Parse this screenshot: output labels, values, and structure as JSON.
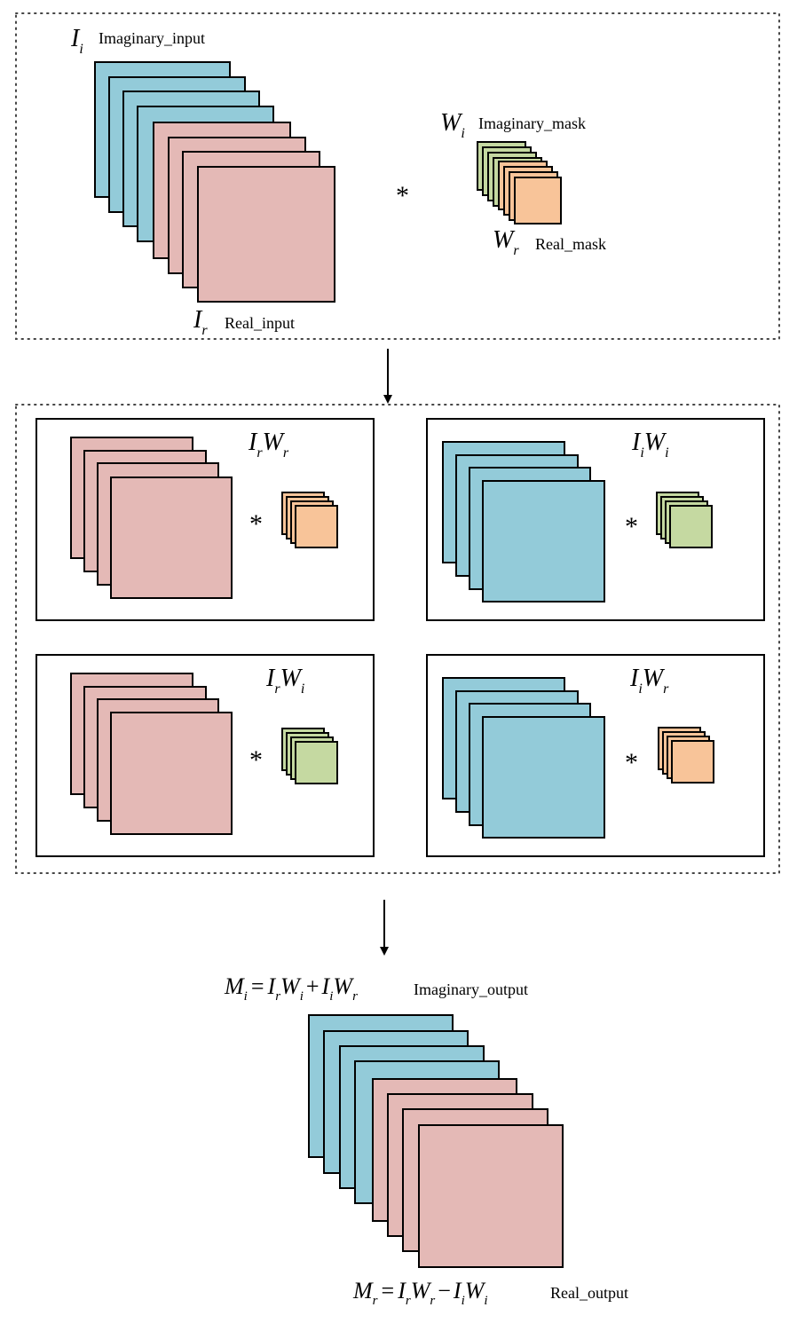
{
  "colors": {
    "imag": "#93cbd9",
    "real": "#e4b9b6",
    "mask_imag": "#c5d9a1",
    "mask_real": "#f8c499",
    "stroke": "#000000",
    "dotted": "#444444"
  },
  "top": {
    "imag_input": {
      "sym": "I",
      "sub": "i",
      "label": "Imaginary_input"
    },
    "real_input": {
      "sym": "I",
      "sub": "r",
      "label": "Real_input"
    },
    "imag_mask": {
      "sym": "W",
      "sub": "i",
      "label": "Imaginary_mask"
    },
    "real_mask": {
      "sym": "W",
      "sub": "r",
      "label": "Real_mask"
    },
    "op": "*"
  },
  "middle": {
    "op": "*",
    "panels": [
      {
        "a": "I",
        "a_sub": "r",
        "b": "W",
        "b_sub": "r"
      },
      {
        "a": "I",
        "a_sub": "i",
        "b": "W",
        "b_sub": "i"
      },
      {
        "a": "I",
        "a_sub": "r",
        "b": "W",
        "b_sub": "i"
      },
      {
        "a": "I",
        "a_sub": "i",
        "b": "W",
        "b_sub": "r"
      }
    ]
  },
  "bottom": {
    "imag_output": {
      "label": "Imaginary_output",
      "lhs": "M",
      "lhs_sub": "i",
      "eq": "=",
      "t1a": "I",
      "t1a_sub": "r",
      "t1b": "W",
      "t1b_sub": "i",
      "op": "+",
      "t2a": "I",
      "t2a_sub": "i",
      "t2b": "W",
      "t2b_sub": "r"
    },
    "real_output": {
      "label": "Real_output",
      "lhs": "M",
      "lhs_sub": "r",
      "eq": "=",
      "t1a": "I",
      "t1a_sub": "r",
      "t1b": "W",
      "t1b_sub": "r",
      "op": "−",
      "t2a": "I",
      "t2a_sub": "i",
      "t2b": "W",
      "t2b_sub": "i"
    }
  }
}
